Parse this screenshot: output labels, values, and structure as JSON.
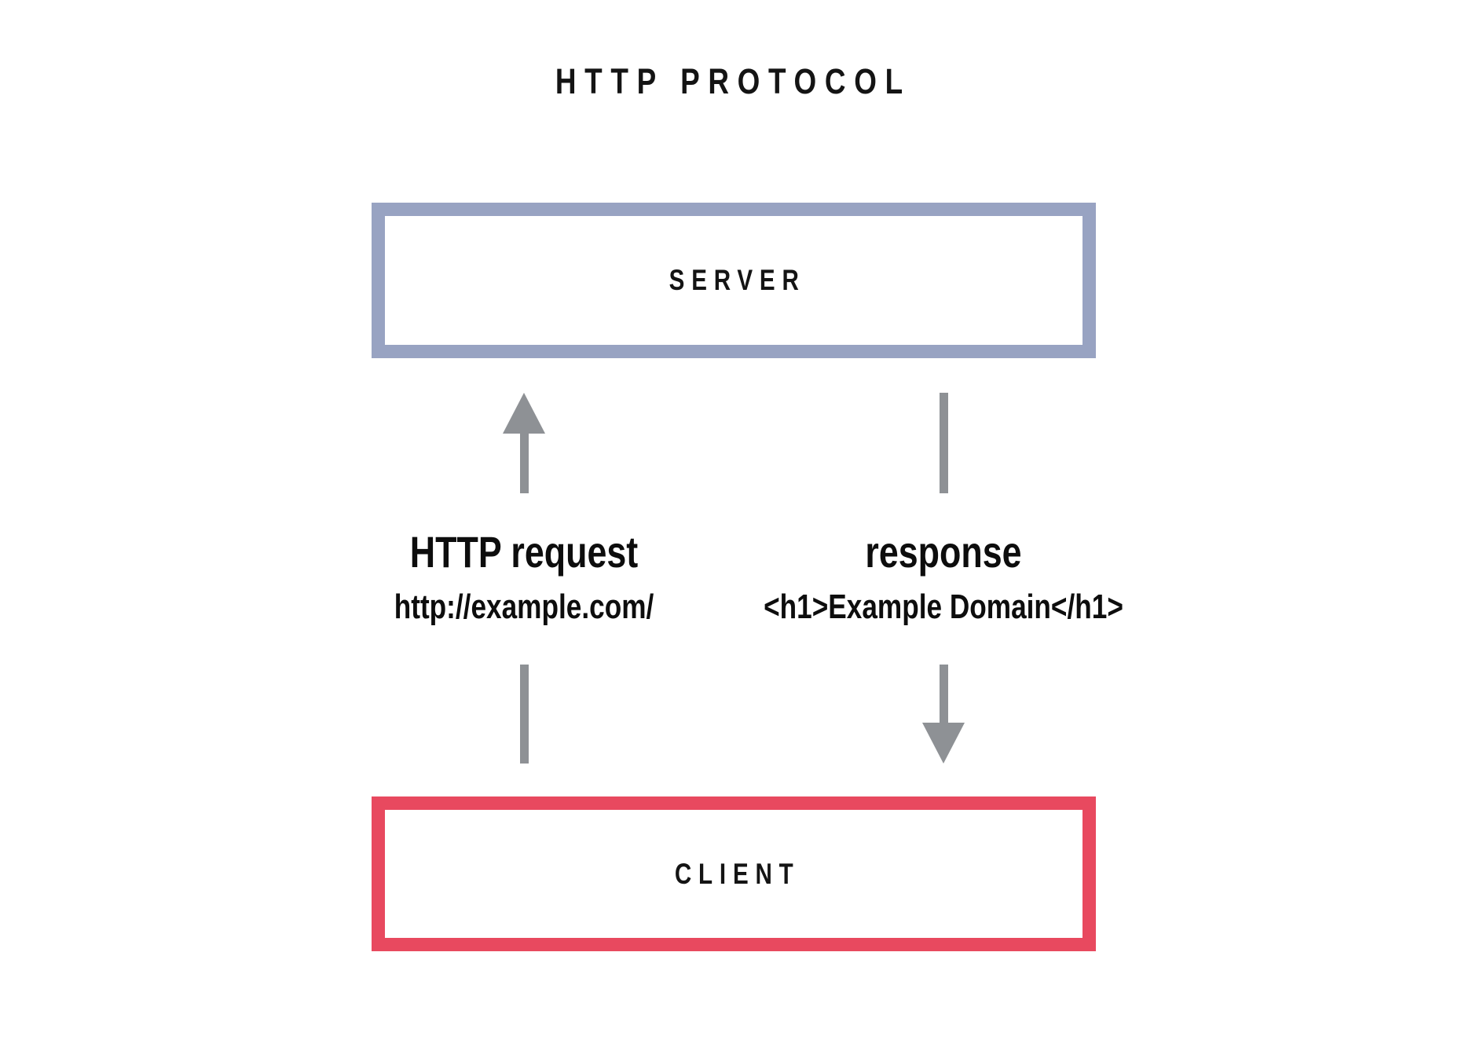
{
  "diagram": {
    "title": "HTTP PROTOCOL",
    "type": "sequence-diagram",
    "background_color": "#ffffff"
  },
  "nodes": [
    {
      "id": "server",
      "label": "SERVER",
      "border_color": "#98a3c2",
      "fill_color": "#ffffff",
      "position": "top"
    },
    {
      "id": "client",
      "label": "CLIENT",
      "border_color": "#e8495f",
      "fill_color": "#ffffff",
      "position": "bottom"
    }
  ],
  "flows": [
    {
      "id": "request",
      "title": "HTTP request",
      "detail": "http://example.com/",
      "direction": "client-to-server",
      "arrow_color": "#8e9195",
      "arrow_head": "up"
    },
    {
      "id": "response",
      "title": "response",
      "detail": "<h1>Example Domain</h1>",
      "direction": "server-to-client",
      "arrow_color": "#8e9195",
      "arrow_head": "down"
    }
  ],
  "colors": {
    "server_blue": "#98a3c2",
    "client_red": "#e8495f",
    "arrow_gray": "#8e9195",
    "text_black": "#0d0d0d"
  }
}
